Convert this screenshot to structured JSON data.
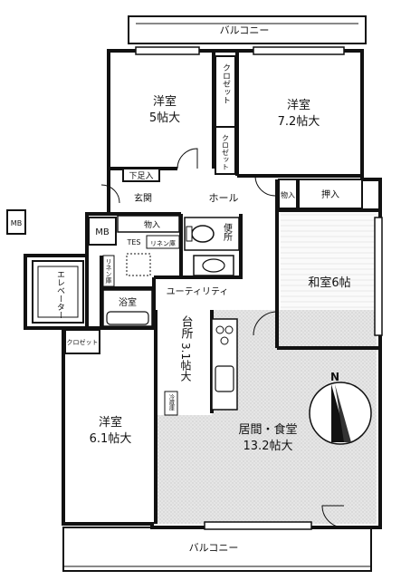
{
  "balcony_top": "バルコニー",
  "balcony_bottom": "バルコニー",
  "rooms": {
    "western_nw": {
      "name": "洋室",
      "size": "5帖大"
    },
    "western_ne": {
      "name": "洋室",
      "size": "7.2帖大"
    },
    "western_sw": {
      "name": "洋室",
      "size": "6.1帖大"
    },
    "japanese": {
      "name": "和室6帖"
    },
    "kitchen": {
      "name": "台所",
      "size": "3.1帖大"
    },
    "living": {
      "name": "居間・食堂",
      "size": "13.2帖大"
    }
  },
  "labels": {
    "closet_1": "クロゼット",
    "closet_2": "クロゼット",
    "closet_3": "クロゼット",
    "shoe_box": "下足入",
    "entrance": "玄関",
    "hall": "ホール",
    "storage_1": "物入",
    "storage_2": "物入",
    "oshiire": "押入",
    "mb_left": "MB",
    "mb_inner": "MB",
    "toilet": "便所",
    "tes": "TES",
    "linen_1": "リネン庫",
    "linen_2": "リネン庫",
    "elevator": "エレベーター",
    "bath": "浴室",
    "utility": "ユーティリティ",
    "fridge": "冷蔵庫",
    "north": "N"
  }
}
